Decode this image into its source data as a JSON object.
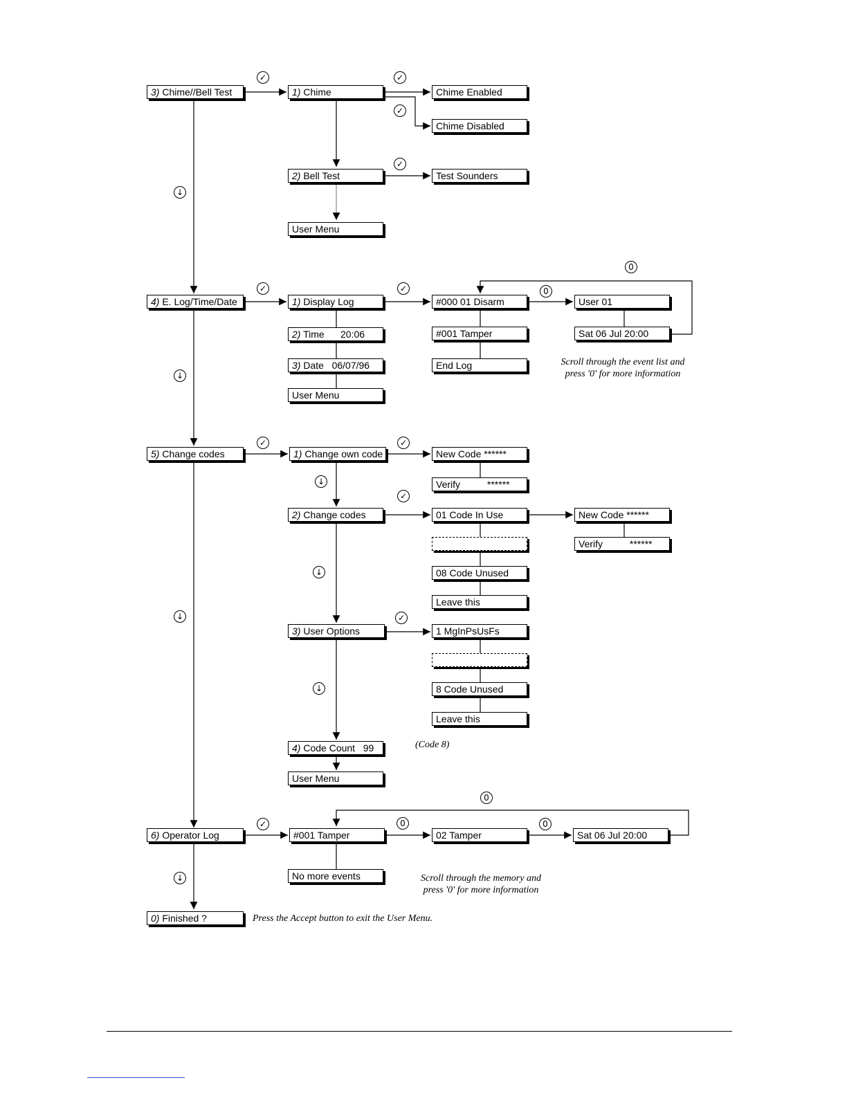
{
  "boxes": {
    "chime_bell_test": {
      "num": "3)",
      "label": "Chime//Bell Test"
    },
    "chime": {
      "num": "1)",
      "label": "Chime"
    },
    "chime_enabled": {
      "label": "Chime Enabled"
    },
    "chime_disabled": {
      "label": "Chime Disabled"
    },
    "bell_test": {
      "num": "2)",
      "label": "Bell Test"
    },
    "test_sounders": {
      "label": "Test Sounders"
    },
    "user_menu_1": {
      "label": "User Menu"
    },
    "elog_time_date": {
      "num": "4)",
      "label": "E. Log/Time/Date"
    },
    "display_log": {
      "num": "1)",
      "label": "Display Log"
    },
    "time": {
      "num": "2)",
      "label": "Time      20:06"
    },
    "date": {
      "num": "3)",
      "label": "Date   06/07/96"
    },
    "user_menu_2": {
      "label": "User Menu"
    },
    "event_000": {
      "label": "#000 01 Disarm"
    },
    "event_001": {
      "label": "#001 Tamper"
    },
    "end_log": {
      "label": "End Log"
    },
    "user_01": {
      "label": "User 01"
    },
    "event_datetime": {
      "label": "Sat 06 Jul 20:00"
    },
    "change_codes_main": {
      "num": "5)",
      "label": "Change codes"
    },
    "change_own_code": {
      "num": "1)",
      "label": "Change own code"
    },
    "new_code_1": {
      "label": "New  Code ******"
    },
    "verify_1": {
      "label": "Verify          ******"
    },
    "change_codes_sub": {
      "num": "2)",
      "label": "Change codes"
    },
    "code_in_use": {
      "label": "01 Code In Use"
    },
    "code_blank": {
      "label": ""
    },
    "code_unused_08": {
      "label": "08 Code Unused"
    },
    "leave_this_1": {
      "label": "Leave this"
    },
    "new_code_2": {
      "label": "New  Code ******"
    },
    "verify_2": {
      "label": "Verify          ******"
    },
    "user_options": {
      "num": "3)",
      "label": "User Options"
    },
    "option_1": {
      "label": "1 MgInPsUsFs"
    },
    "option_blank": {
      "label": ""
    },
    "code_unused_8": {
      "label": "8 Code Unused"
    },
    "leave_this_2": {
      "label": "Leave this"
    },
    "code_count": {
      "num": "4)",
      "label": "Code Count   99"
    },
    "user_menu_3": {
      "label": "User Menu"
    },
    "operator_log": {
      "num": "6)",
      "label": "Operator Log"
    },
    "op_tamper_001": {
      "label": "#001 Tamper"
    },
    "op_tamper_02": {
      "label": "02 Tamper"
    },
    "op_datetime": {
      "label": "Sat 06 Jul 20:00"
    },
    "no_more_events": {
      "label": "No more events"
    },
    "finished": {
      "num": "0)",
      "label": "Finished ?"
    }
  },
  "symbols": {
    "accept": "✓",
    "scroll": "↓",
    "zero": "0"
  },
  "notes": {
    "event_scroll_1": "Scroll through the event list and",
    "event_scroll_2": "press '0' for more  information",
    "code8": "(Code 8)",
    "memory_scroll_1": "Scroll through the memory and",
    "memory_scroll_2": "press '0' for more  information",
    "finish": "Press the Accept button to exit  the User Menu."
  }
}
